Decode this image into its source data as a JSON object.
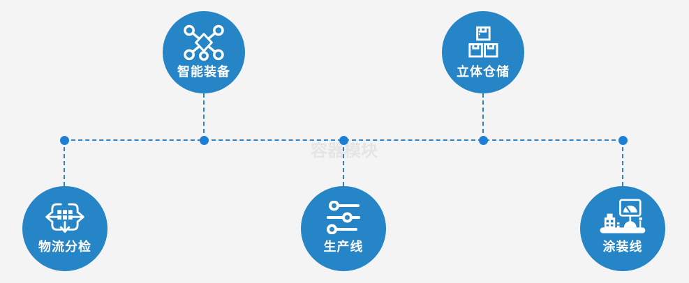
{
  "diagram": {
    "watermark": "容器模块",
    "colors": {
      "background": "#f4f4f4",
      "node_fill": "#2585c7",
      "dash_line": "#2e82c4",
      "junction_dot": "#1d7fd4",
      "icon_stroke": "#ffffff",
      "label_text": "#ffffff",
      "watermark_text": "#e5e5e5"
    },
    "nodes": [
      {
        "label": "智能装备",
        "icon": "network-nodes-icon",
        "position": "top-left"
      },
      {
        "label": "立体仓储",
        "icon": "stacked-boxes-icon",
        "position": "top-right"
      },
      {
        "label": "物流分检",
        "icon": "sorting-distribute-icon",
        "position": "bottom-left"
      },
      {
        "label": "生产线",
        "icon": "sliders-icon",
        "position": "bottom-center"
      },
      {
        "label": "涂装线",
        "icon": "machine-gauge-icon",
        "position": "bottom-right"
      }
    ]
  }
}
